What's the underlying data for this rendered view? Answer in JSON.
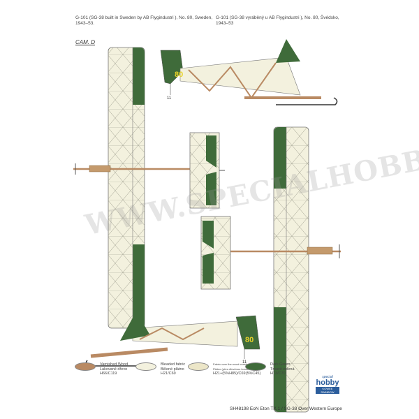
{
  "captions": {
    "left": [
      "G-101 (SG-38 built in Sweden by AB Flygindustri ), No. 80, Sweden,",
      "1943–53."
    ],
    "right": [
      "G-101 (SG-38 vyráběný u AB Flygindustri ), No. 80, Švédsko,",
      "1943–53"
    ]
  },
  "scheme_label": "CAM. D",
  "tail_number": "80",
  "callouts": [
    "11",
    "11"
  ],
  "legend": [
    {
      "color": "#b98a63",
      "lines": [
        "Varnished Wood",
        "Lakované dřevo",
        "H66/C119"
      ]
    },
    {
      "color": "#f3f1de",
      "lines": [
        "Bleaded fabric",
        "Bělené plátno",
        "H21/C69"
      ]
    },
    {
      "color": "#ece6c8",
      "lines": [
        "Fabric over the wood construction",
        "Plátno (přes dřevěnou konstrukci)",
        "H21+(5%H85)/C69(5%C45)"
      ]
    },
    {
      "color": "#3f6b3a",
      "lines": [
        "Dark Green",
        "Tmavě zelená",
        "H73/C70"
      ]
    }
  ],
  "footer": "SH48198  EoN Eton TX.1 / SG-38 Over Western Europe",
  "logo": {
    "line1": "special",
    "line2": "hobby",
    "line3": "KOWEE RAINBOW"
  },
  "watermark": "WWW.SPECIALHOBBY.EU",
  "colors": {
    "wood": "#b98a63",
    "fabric": "#f3f1de",
    "green": "#3f6b3a",
    "yellow": "#e7d22a"
  }
}
